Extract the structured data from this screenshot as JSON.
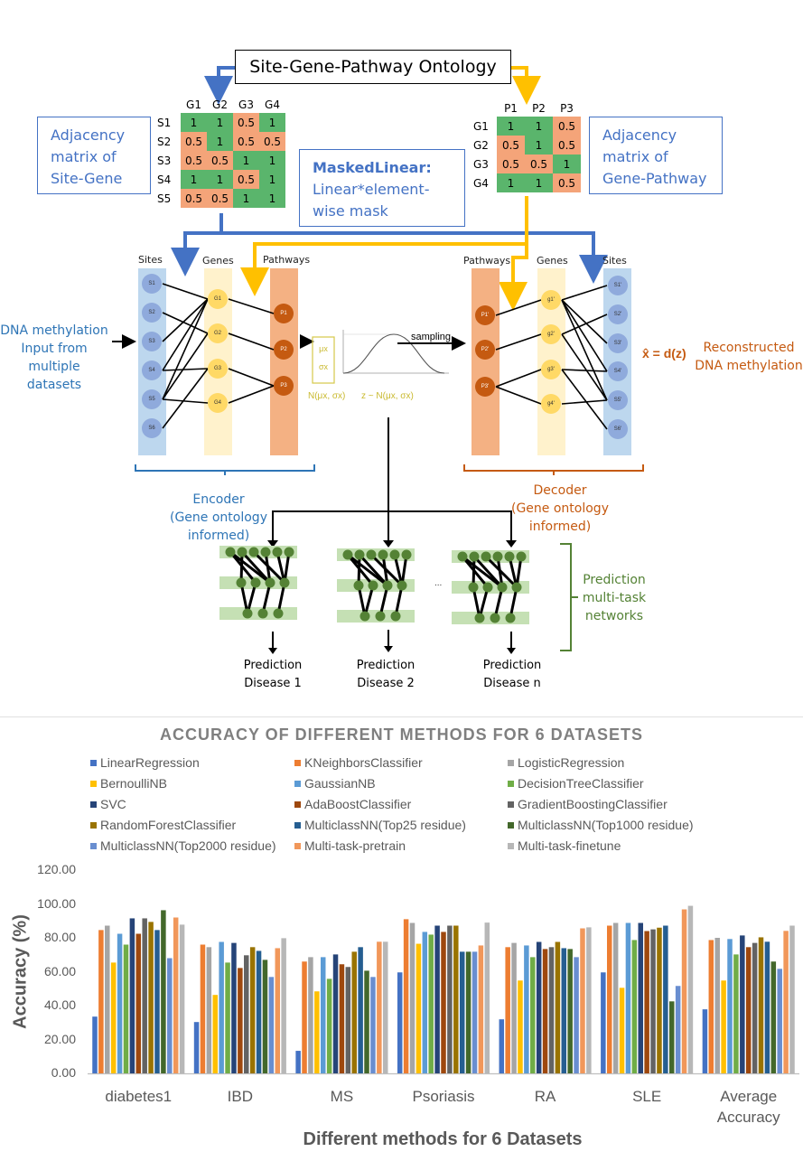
{
  "diagram": {
    "ontology_title": "Site-Gene-Pathway Ontology",
    "site_gene_note": [
      "Adjacency",
      "matrix of",
      "Site-Gene"
    ],
    "gene_pathway_note": [
      "Adjacency",
      "matrix of",
      "Gene-Pathway"
    ],
    "masked_linear": {
      "title": "MaskedLinear:",
      "line1": "Linear*element-",
      "line2": "wise mask"
    },
    "site_gene_matrix": {
      "columns": [
        "G1",
        "G2",
        "G3",
        "G4"
      ],
      "rows": [
        {
          "label": "S1",
          "values": [
            "1",
            "1",
            "0.5",
            "1"
          ]
        },
        {
          "label": "S2",
          "values": [
            "0.5",
            "1",
            "0.5",
            "0.5"
          ]
        },
        {
          "label": "S3",
          "values": [
            "0.5",
            "0.5",
            "1",
            "1"
          ]
        },
        {
          "label": "S4",
          "values": [
            "1",
            "1",
            "0.5",
            "1"
          ]
        },
        {
          "label": "S5",
          "values": [
            "0.5",
            "0.5",
            "1",
            "1"
          ]
        }
      ]
    },
    "gene_pathway_matrix": {
      "columns": [
        "P1",
        "P2",
        "P3"
      ],
      "rows": [
        {
          "label": "G1",
          "values": [
            "1",
            "1",
            "0.5"
          ]
        },
        {
          "label": "G2",
          "values": [
            "0.5",
            "1",
            "0.5"
          ]
        },
        {
          "label": "G3",
          "values": [
            "0.5",
            "0.5",
            "1"
          ]
        },
        {
          "label": "G4",
          "values": [
            "1",
            "1",
            "0.5"
          ]
        }
      ]
    },
    "encoder": {
      "col_sites": "Sites",
      "col_genes": "Genes",
      "col_pathways": "Pathways",
      "sites": [
        "S1",
        "S2",
        "S3",
        "S4",
        "S5",
        "S6"
      ],
      "genes": [
        "G1",
        "G2",
        "G3",
        "G4"
      ],
      "pathways": [
        "P1",
        "P2",
        "P3"
      ],
      "label": [
        "Encoder",
        "(Gene ontology",
        "informed)"
      ]
    },
    "decoder": {
      "col_pathways": "Pathways",
      "col_genes": "Genes",
      "col_sites": "Sites",
      "pathways": [
        "P1'",
        "P2'",
        "P3'"
      ],
      "genes": [
        "g1'",
        "g2'",
        "g3'",
        "g4'"
      ],
      "sites": [
        "S1'",
        "S2'",
        "S3'",
        "S4'",
        "S5'",
        "S6'"
      ],
      "label": [
        "Decoder",
        "(Gene ontology",
        "informed)"
      ]
    },
    "input_label": [
      "DNA methylation",
      "Input from",
      "multiple datasets"
    ],
    "latent": {
      "mu": "μx",
      "sigma": "σx",
      "dist_label": "N(μx, σx)",
      "z_label": "z ~ N(μx, σx)",
      "sampling": "sampling"
    },
    "output_formula": "x̂ = d(z)",
    "output_label": [
      "Reconstructed",
      "DNA methylation"
    ],
    "prediction_networks_label": [
      "Prediction",
      "multi-task",
      "networks"
    ],
    "ellipsis": "...",
    "predictions": [
      [
        "Prediction",
        "Disease 1"
      ],
      [
        "Prediction",
        "Disease 2"
      ],
      [
        "Prediction",
        "Disease n"
      ]
    ],
    "colors": {
      "blue": "#4472c4",
      "gold": "#ffc000",
      "green": "#548235",
      "orange": "#c55a11"
    }
  },
  "chart_data": {
    "type": "bar",
    "title": "ACCURACY OF DIFFERENT METHODS FOR 6 DATASETS",
    "xlabel": "Different methods for 6 Datasets",
    "ylabel": "Accuracy (%)",
    "ylim": [
      0,
      120
    ],
    "yticks": [
      "0.00",
      "20.00",
      "40.00",
      "60.00",
      "80.00",
      "100.00",
      "120.00"
    ],
    "grid": false,
    "legend_position": "top",
    "categories": [
      "diabetes1",
      "IBD",
      "MS",
      "Psoriasis",
      "RA",
      "SLE",
      "Average Accuracy"
    ],
    "series": [
      {
        "name": "LinearRegression",
        "color": "#4472c4",
        "values": [
          33.5,
          30.3,
          13.3,
          59.6,
          31.9,
          59.6,
          37.8
        ]
      },
      {
        "name": "KNeighborsClassifier",
        "color": "#ed7d31",
        "values": [
          84.6,
          76.0,
          66.0,
          91.0,
          74.5,
          87.2,
          78.7
        ]
      },
      {
        "name": "LogisticRegression",
        "color": "#a5a5a5",
        "values": [
          87.2,
          74.5,
          68.6,
          88.8,
          77.0,
          88.8,
          80.0
        ]
      },
      {
        "name": "BernoulliNB",
        "color": "#ffc000",
        "values": [
          65.4,
          46.3,
          48.4,
          76.5,
          54.8,
          50.5,
          54.8
        ]
      },
      {
        "name": "GaussianNB",
        "color": "#5b9bd5",
        "values": [
          82.4,
          77.6,
          68.6,
          83.5,
          75.5,
          88.8,
          79.3
        ]
      },
      {
        "name": "DecisionTreeClassifier",
        "color": "#70ad47",
        "values": [
          76.0,
          65.4,
          55.8,
          81.9,
          68.6,
          78.7,
          70.2
        ]
      },
      {
        "name": "SVC",
        "color": "#264478",
        "values": [
          91.5,
          77.0,
          70.2,
          87.2,
          77.6,
          88.8,
          81.4
        ]
      },
      {
        "name": "AdaBoostClassifier",
        "color": "#9e480e",
        "values": [
          82.4,
          62.2,
          64.4,
          83.5,
          73.4,
          84.0,
          74.5
        ]
      },
      {
        "name": "GradientBoostingClassifier",
        "color": "#636363",
        "values": [
          91.5,
          69.7,
          62.8,
          87.2,
          74.5,
          85.0,
          77.0
        ]
      },
      {
        "name": "RandomForestClassifier",
        "color": "#997300",
        "values": [
          89.4,
          74.5,
          71.8,
          87.2,
          77.6,
          86.0,
          80.3
        ]
      },
      {
        "name": "MulticlassNN(Top25 residue)",
        "color": "#255e91",
        "values": [
          84.6,
          72.3,
          74.5,
          71.8,
          73.9,
          87.2,
          77.7
        ]
      },
      {
        "name": "MulticlassNN(Top1000 residue)",
        "color": "#43682b",
        "values": [
          96.3,
          67.0,
          60.6,
          71.8,
          73.4,
          42.5,
          66.0
        ]
      },
      {
        "name": "MulticlassNN(Top2000 residue)",
        "color": "#698ed0",
        "values": [
          68.0,
          56.9,
          56.9,
          71.8,
          68.6,
          51.6,
          61.7
        ]
      },
      {
        "name": "Multi-task-pretrain",
        "color": "#f1975a",
        "values": [
          92.0,
          73.9,
          77.7,
          75.5,
          85.6,
          96.8,
          84.1
        ]
      },
      {
        "name": "Multi-task-finetune",
        "color": "#b7b7b7",
        "values": [
          87.8,
          79.8,
          77.7,
          89.0,
          86.2,
          98.9,
          87.2
        ]
      }
    ]
  }
}
